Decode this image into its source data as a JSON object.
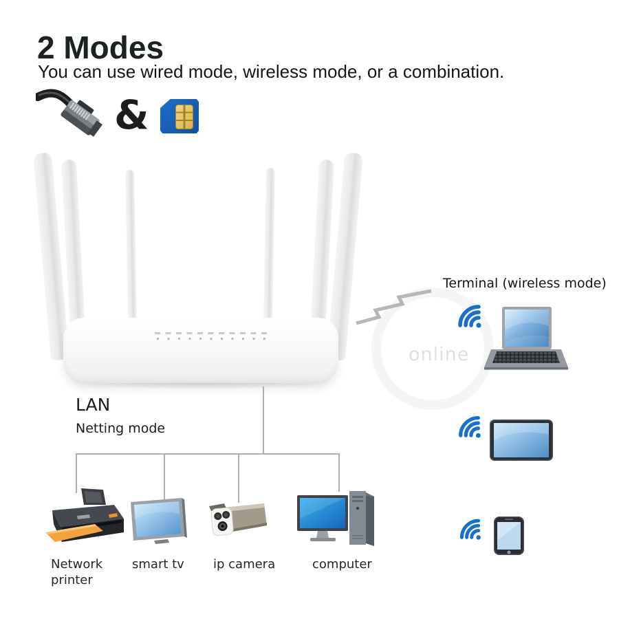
{
  "title": "2 Modes",
  "subtitle": "You can use wired mode, wireless mode, or a combination.",
  "modes": {
    "ampersand": "&",
    "icons": [
      "ethernet-cable-icon",
      "sim-card-icon"
    ]
  },
  "wireless": {
    "label": "Terminal (wireless mode)",
    "device_icons": [
      "wifi-signal-icon",
      "laptop-icon",
      "tablet-icon",
      "smartphone-icon"
    ],
    "wifi_color": "#1a70c9"
  },
  "lan": {
    "label": "LAN",
    "mode_label": "Netting mode",
    "devices": [
      {
        "name": "network-printer",
        "label": "Network printer"
      },
      {
        "name": "smart-tv",
        "label": "smart tv"
      },
      {
        "name": "ip-camera",
        "label": "ip camera"
      },
      {
        "name": "computer",
        "label": "computer"
      }
    ]
  },
  "watermark": "online",
  "colors": {
    "wifi_blue": "#1a70c9",
    "sim_blue": "#1e6fc9",
    "screen_blue": "#5d9fd4",
    "paper_orange": "#f3a33c",
    "line_gray": "#b0b0b0"
  }
}
